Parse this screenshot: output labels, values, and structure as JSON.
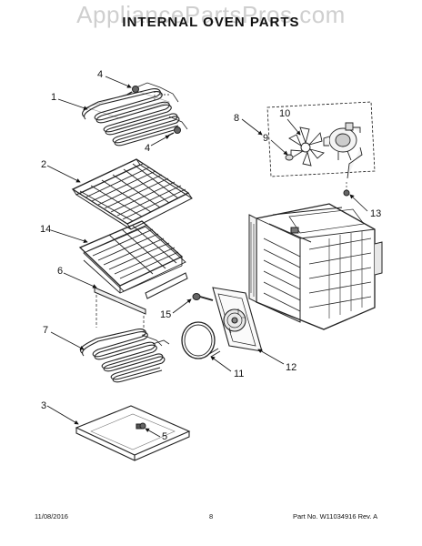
{
  "watermark": "AppliancePartsPros.com",
  "title": "INTERNAL OVEN PARTS",
  "callouts": {
    "c1": "1",
    "c2": "2",
    "c3": "3",
    "c4a": "4",
    "c4b": "4",
    "c5": "5",
    "c6": "6",
    "c7": "7",
    "c8": "8",
    "c9": "9",
    "c10": "10",
    "c11": "11",
    "c12": "12",
    "c13": "13",
    "c14": "14",
    "c15": "15"
  },
  "footer": {
    "date": "11/08/2016",
    "page": "8",
    "part_no": "Part No. W11034916  Rev. A"
  }
}
